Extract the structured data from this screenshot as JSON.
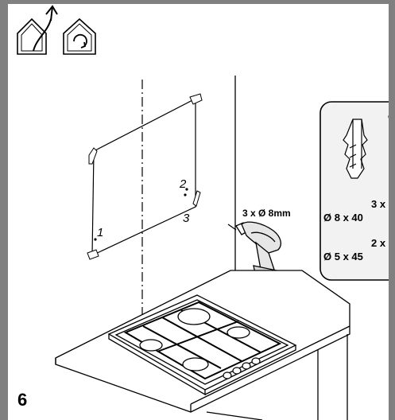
{
  "step": {
    "number": "6"
  },
  "icons": {
    "house_exhaust": "house-exhaust-icon",
    "house_recirculation": "house-recirculation-icon"
  },
  "marks": {
    "m1": "1",
    "m2": "2",
    "m3": "3"
  },
  "drill": {
    "label": "3 x Ø 8mm"
  },
  "fixings": {
    "plug_qty": "3 x",
    "plug_size": "Ø 8 x 40",
    "screw_qty": "2 x",
    "screw_size": "Ø 5 x 45",
    "panel_marker": "c"
  },
  "colors": {
    "frame": "#808080",
    "line": "#000000",
    "panel_bg": "#f2f2f2",
    "drill_body": "#e6e6e6"
  }
}
